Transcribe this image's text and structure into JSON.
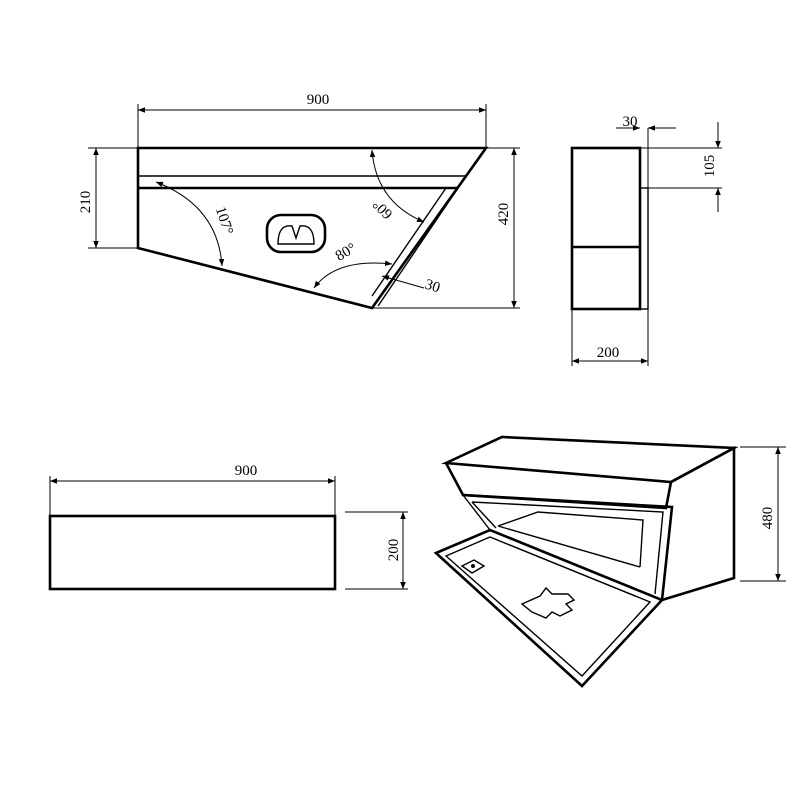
{
  "front_view": {
    "width_label": "900",
    "left_height_label": "210",
    "right_height_label": "420",
    "angle_top_left": "107°",
    "angle_top_right": "60°",
    "angle_bottom_right": "80°",
    "flange_label": "30"
  },
  "side_view": {
    "flange_label": "30",
    "height_label": "105",
    "depth_label": "200"
  },
  "top_view": {
    "width_label": "900",
    "depth_label": "200"
  },
  "iso_view": {
    "height_label": "480"
  }
}
